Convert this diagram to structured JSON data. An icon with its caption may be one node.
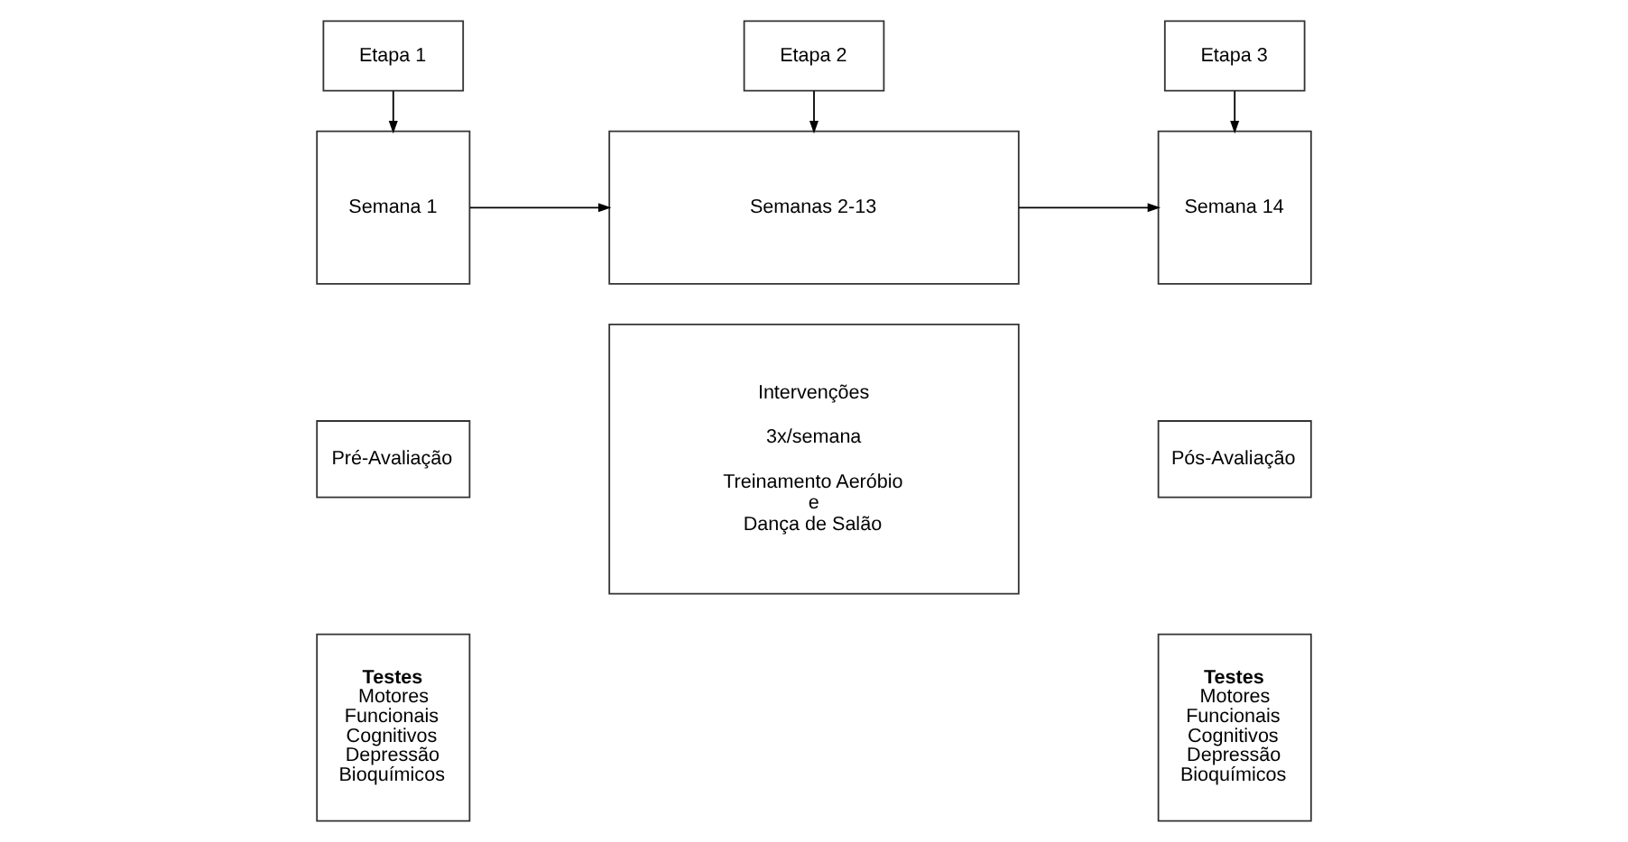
{
  "diagram": {
    "nodes": [
      {
        "text": [
          "Etapa 1"
        ]
      },
      {
        "text": [
          "Semana 1"
        ]
      },
      {
        "text": [
          "Pré-Avaliação"
        ]
      },
      {
        "text": [
          "Testes",
          "Motores Funcionais Cognitivos Depressão Bioquímicos"
        ]
      },
      {
        "text": [
          "Etapa 2"
        ]
      },
      {
        "text": [
          "Semanas 2-13"
        ]
      },
      {
        "text": [
          "Intervenções",
          "3x/semana",
          "Treinamento Aeróbio e Dança de Salão"
        ]
      },
      {
        "text": [
          "Etapa 3"
        ]
      },
      {
        "text": [
          "Semana 14"
        ]
      },
      {
        "text": [
          "Pós-Avaliação"
        ]
      },
      {
        "text": [
          "Testes",
          "Motores Funcionais Cognitivos Depressão Bioquímicos"
        ]
      }
    ],
    "edges": [
      {
        "from": 0,
        "to": 1,
        "arrow": "to"
      },
      {
        "from": 4,
        "to": 5,
        "arrow": "to"
      },
      {
        "from": 7,
        "to": 8,
        "arrow": "to"
      },
      {
        "from": 1,
        "to": 5,
        "arrow": "to"
      },
      {
        "from": 5,
        "to": 8,
        "arrow": "to"
      }
    ]
  }
}
